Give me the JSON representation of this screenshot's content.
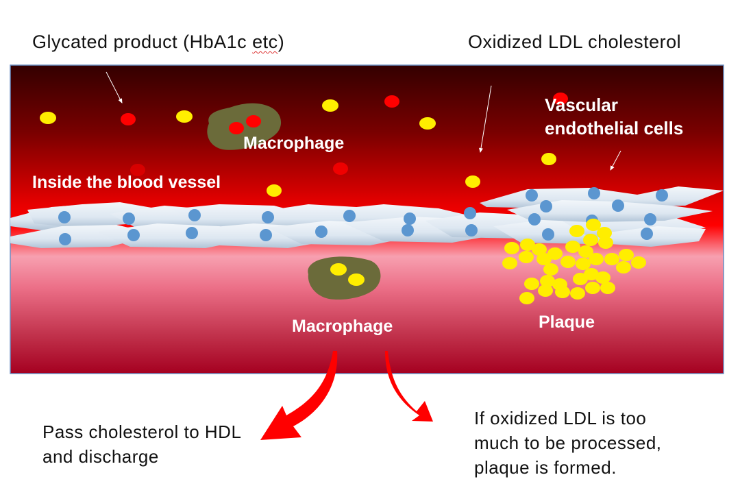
{
  "labels": {
    "glycated_prefix": "Glycated product (HbA1c ",
    "glycated_etc": "etc",
    "glycated_suffix": ")",
    "oxidized_ldl": "Oxidized LDL cholesterol",
    "inside_vessel": "Inside the blood vessel",
    "macrophage_top": "Macrophage",
    "vascular_endothelial": "Vascular\nendothelial cells",
    "macrophage_bottom": "Macrophage",
    "plaque": "Plaque",
    "pass_to_hdl": "Pass cholesterol to HDL\nand discharge",
    "plaque_formed": "If oxidized LDL is too\nmuch to be processed,\nplaque is formed."
  },
  "colors": {
    "vessel_top": "#330000",
    "vessel_mid": "#f50000",
    "wall_pink": "#f08093",
    "vessel_bottom": "#a50020",
    "ldl_yellow": "#ffee00",
    "glycated_red": "#ff0000",
    "macrophage_olive": "#6b6b3a",
    "endothelial_cell": "#e4edf5",
    "nucleus_blue": "#5b96d0",
    "arrow_red": "#ff0000",
    "border": "#6a8fc4"
  },
  "legend": {
    "yellow_particle": "oxidized-ldl",
    "red_particle": "glycated-product"
  }
}
